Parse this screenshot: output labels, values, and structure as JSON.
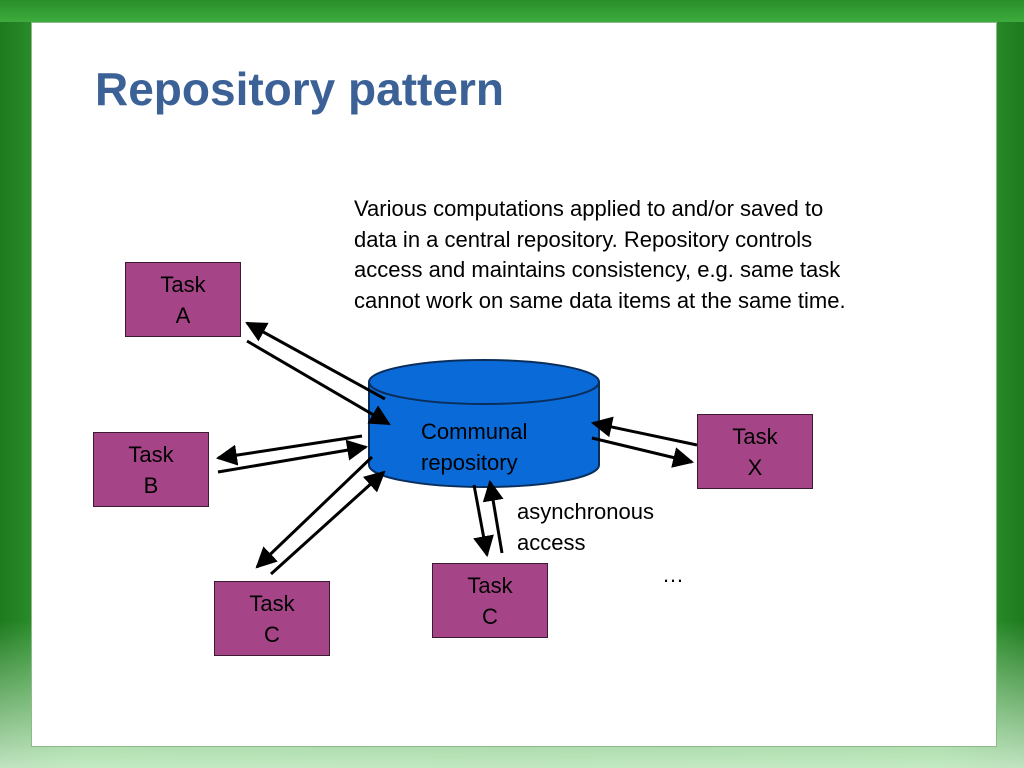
{
  "slide": {
    "title": "Repository pattern",
    "description": "Various computations applied to and/or saved to\ndata in a central repository. Repository controls\naccess and maintains consistency, e.g. same task\ncannot work on same data items at the same time."
  },
  "repository": {
    "label": "Communal\nrepository",
    "fill_color": "#0a6bd8"
  },
  "tasks": [
    {
      "id": "a",
      "label": "Task\nA"
    },
    {
      "id": "b",
      "label": "Task\nB"
    },
    {
      "id": "c-left",
      "label": "Task\nC"
    },
    {
      "id": "c-bottom",
      "label": "Task\nC"
    },
    {
      "id": "x",
      "label": "Task\nX"
    }
  ],
  "annotations": {
    "async_label": "asynchronous\naccess",
    "ellipsis": "…"
  },
  "colors": {
    "title": "#3b6196",
    "task_fill": "#a54587",
    "repository_fill": "#0a6bd8",
    "background_green": "#2f9a2f"
  }
}
